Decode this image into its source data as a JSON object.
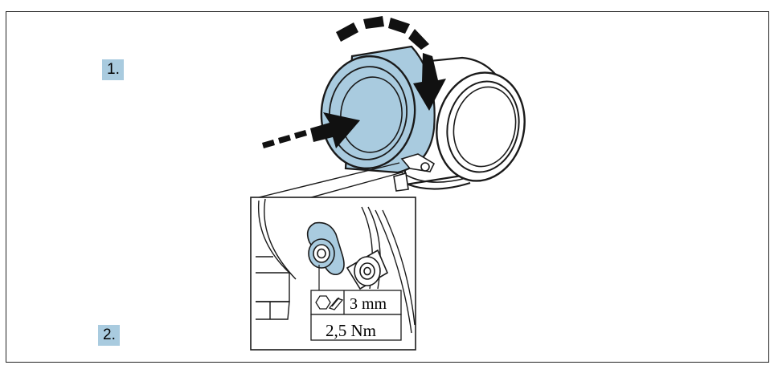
{
  "steps": [
    {
      "number": "1."
    },
    {
      "number": "2."
    }
  ],
  "spec_table": {
    "tool_icons": [
      "hex-key-icon",
      "allen-wrench-icon"
    ],
    "tool_size": "3 mm",
    "torque": "2,5 Nm"
  },
  "colors": {
    "highlight_blue": "#a9cbdf",
    "line": "#1a1a1a",
    "background": "#ffffff"
  }
}
